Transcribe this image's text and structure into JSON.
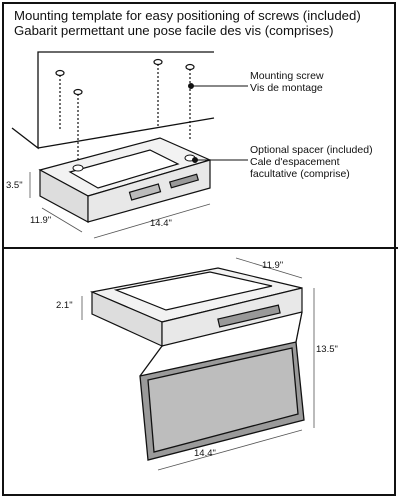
{
  "header": {
    "line_en": "Mounting template for easy positioning of screws (included)",
    "line_fr": "Gabarit permettant une pose facile des vis (comprises)"
  },
  "callouts": {
    "screw_en": "Mounting screw",
    "screw_fr": "Vis de montage",
    "spacer_en": "Optional spacer (included)",
    "spacer_fr1": "Cale d'espacement",
    "spacer_fr2": "facultative (comprise)"
  },
  "dimensions_top": {
    "height": "3.5\"",
    "depth": "11.9\"",
    "width": "14.4\""
  },
  "dimensions_bottom": {
    "depth": "11.9\"",
    "height_closed": "2.1\"",
    "height_open": "13.5\"",
    "width": "14.4\""
  }
}
